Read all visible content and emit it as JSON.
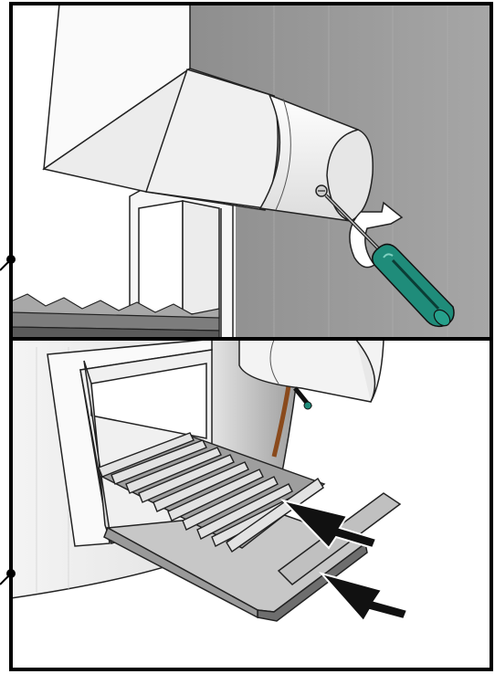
{
  "figure": {
    "kind": "assembly-instruction-illustration",
    "panels": [
      {
        "id": "top",
        "subject": "flue-pipe-screw-attachment"
      },
      {
        "id": "bottom",
        "subject": "ash-tray-and-grate-insertion"
      }
    ],
    "colors": {
      "frame": "#000000",
      "wall": "#9a9a9a",
      "metal_light": "#f2f2f2",
      "metal_mid": "#d9d9d9",
      "metal_dark": "#8c8c8c",
      "handle": "#1f8c7a",
      "rust": "#8a4a1c"
    },
    "icons": [
      "screwdriver-icon",
      "rotate-arrow-icon",
      "insert-arrow-icon"
    ]
  }
}
